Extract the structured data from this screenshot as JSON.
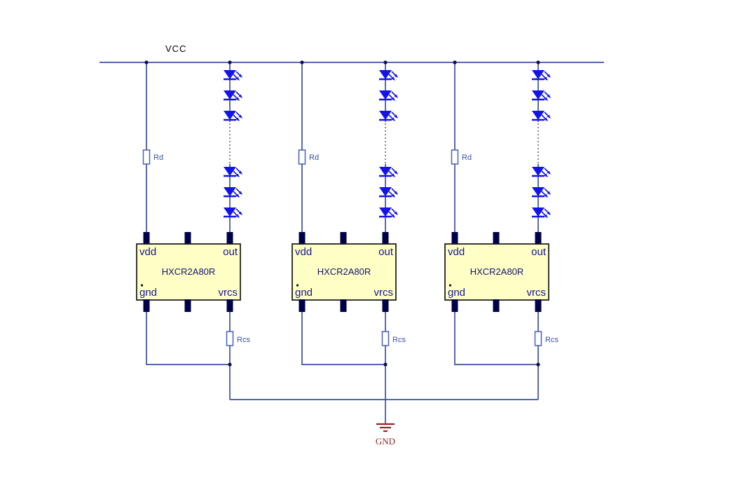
{
  "power": {
    "label": "VCC"
  },
  "ground": {
    "label": "GND"
  },
  "circuits": [
    {
      "chip": "HXCR2A80R",
      "rd": "Rd",
      "rcs": "Rcs",
      "pins": {
        "vdd": "vdd",
        "out": "out",
        "gnd": "gnd",
        "vrcs": "vrcs"
      }
    },
    {
      "chip": "HXCR2A80R",
      "rd": "Rd",
      "rcs": "Rcs",
      "pins": {
        "vdd": "vdd",
        "out": "out",
        "gnd": "gnd",
        "vrcs": "vrcs"
      }
    },
    {
      "chip": "HXCR2A80R",
      "rd": "Rd",
      "rcs": "Rcs",
      "pins": {
        "vdd": "vdd",
        "out": "out",
        "gnd": "gnd",
        "vrcs": "vrcs"
      }
    }
  ],
  "colors": {
    "wire": "#3c50a2",
    "led": "#1414e6",
    "ic_fill": "#feffc5",
    "ic_border": "#151515",
    "pin_fill": "#00004a",
    "pin_text": "#15159a",
    "resistor_stroke": "#4a5fc0",
    "ground_symbol": "#8b2a2a",
    "vcc_text": "#000000"
  }
}
